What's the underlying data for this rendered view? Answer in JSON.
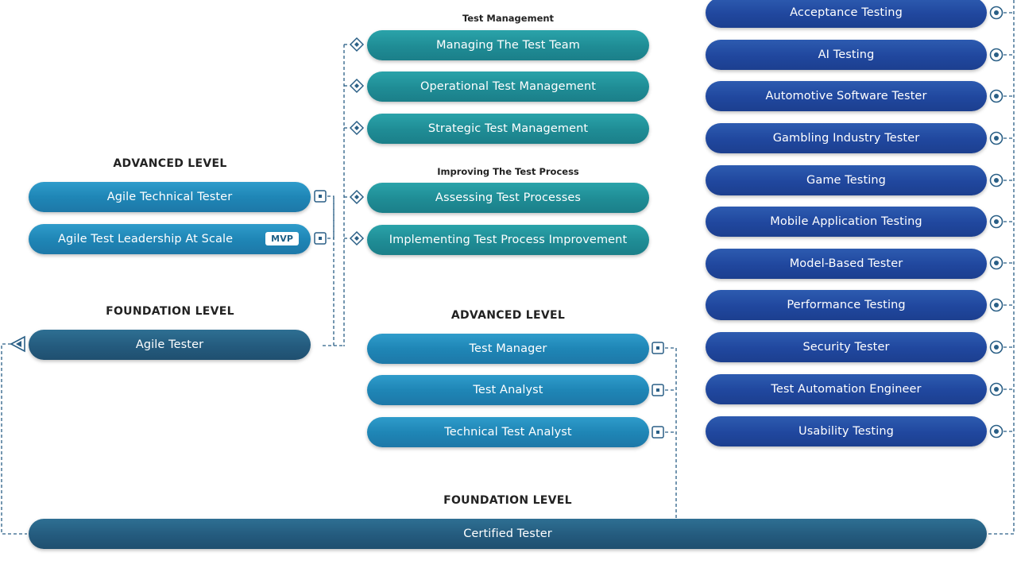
{
  "left": {
    "advanced_heading": "ADVANCED LEVEL",
    "agile_technical_tester": "Agile Technical Tester",
    "agile_test_leadership": "Agile Test Leadership At Scale",
    "mvp_badge": "MVP",
    "foundation_heading": "FOUNDATION LEVEL",
    "agile_tester": "Agile Tester"
  },
  "middle": {
    "test_management_heading": "Test Management",
    "managing_the_test_team": "Managing The Test Team",
    "operational_test_management": "Operational Test Management",
    "strategic_test_management": "Strategic Test Management",
    "improving_heading": "Improving The Test Process",
    "assessing_test_processes": "Assessing Test Processes",
    "implementing_tpi": "Implementing Test Process Improvement",
    "advanced_heading": "ADVANCED LEVEL",
    "test_manager": "Test Manager",
    "test_analyst": "Test Analyst",
    "technical_test_analyst": "Technical Test Analyst"
  },
  "specialist": {
    "items": [
      "Acceptance Testing",
      "AI Testing",
      "Automotive Software Tester",
      "Gambling Industry Tester",
      "Game Testing",
      "Mobile Application Testing",
      "Model-Based Tester",
      "Performance Testing",
      "Security Tester",
      "Test Automation Engineer",
      "Usability Testing"
    ]
  },
  "bottom": {
    "foundation_heading": "FOUNDATION LEVEL",
    "certified_tester": "Certified Tester"
  },
  "colors": {
    "core": "#1f86b6",
    "teal": "#1f8c95",
    "specialist": "#20479e",
    "foundation": "#245b7e",
    "connector": "#2a5f86"
  }
}
